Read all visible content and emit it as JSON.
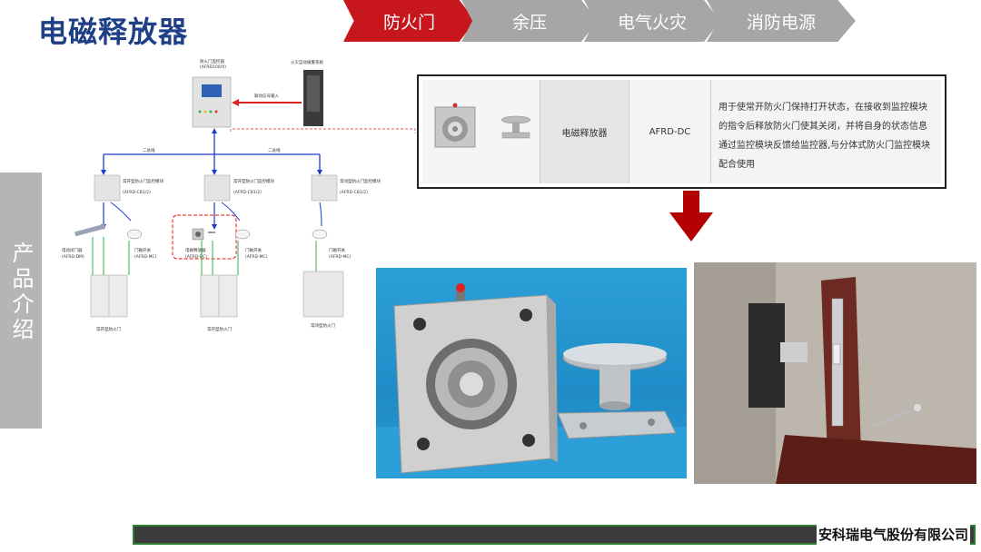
{
  "page": {
    "title": "电磁释放器",
    "company": "安科瑞电气股份有限公司"
  },
  "nav": {
    "tabs": [
      {
        "label": "防火门",
        "active": true
      },
      {
        "label": "余压",
        "active": false
      },
      {
        "label": "电气火灾",
        "active": false
      },
      {
        "label": "消防电源",
        "active": false
      }
    ]
  },
  "sidebar": {
    "label": "产品介绍"
  },
  "diagram": {
    "monitor_label": "防火门监控器",
    "monitor_model": "(AFRD100/X)",
    "fire_alarm_label": "火灾自动报警系统",
    "linkage_label": "联动信号输入",
    "bus_left_label": "二总线",
    "bus_right_label": "二总线",
    "modules": [
      {
        "name": "常开型防火门监控模块",
        "model": "(AFRD-CB1/2)"
      },
      {
        "name": "常开型防火门监控模块",
        "model": "(AFRD-CB1/2)"
      },
      {
        "name": "常闭型防火门监控模块",
        "model": "(AFRD-CB1/2)"
      }
    ],
    "devices": [
      {
        "name": "电动闭门器",
        "model": "(AFRD-DM)"
      },
      {
        "name": "门磁开关",
        "model": "(AFRD-MC)"
      },
      {
        "name": "电磁释放器",
        "model": "(AFRD-DC)"
      },
      {
        "name": "门磁开关",
        "model": "(AFRD-MC)"
      },
      {
        "name": "门磁开关",
        "model": "(AFRD-MC)"
      }
    ],
    "doors": [
      {
        "name": "常开型防火门"
      },
      {
        "name": "常开型防火门"
      },
      {
        "name": "常闭型防火门"
      }
    ]
  },
  "product_table": {
    "name": "电磁释放器",
    "model": "AFRD-DC",
    "description": "用于使常开防火门保持打开状态，在接收到监控模块的指令后释放防火门使其关闭，并将自身的状态信息通过监控模块反馈给监控器,与分体式防火门监控模块配合使用"
  },
  "colors": {
    "accent_red": "#c8161d",
    "title_blue": "#1f3f86",
    "bus_blue": "#1a3ccf",
    "power_green": "#29b34a"
  }
}
